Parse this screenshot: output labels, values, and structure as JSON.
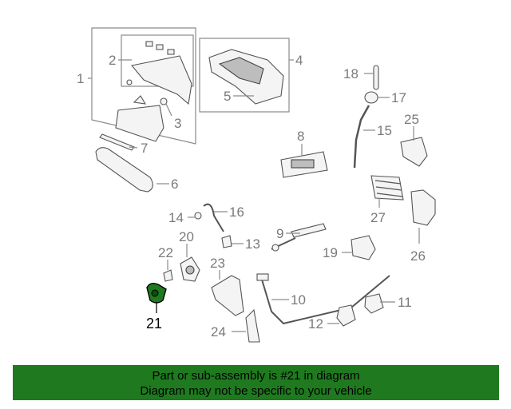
{
  "callouts": {
    "c1": "1",
    "c2": "2",
    "c3": "3",
    "c4": "4",
    "c5": "5",
    "c6": "6",
    "c7": "7",
    "c8": "8",
    "c9": "9",
    "c10": "10",
    "c11": "11",
    "c12": "12",
    "c13": "13",
    "c14": "14",
    "c15": "15",
    "c16": "16",
    "c17": "17",
    "c18": "18",
    "c19": "19",
    "c20": "20",
    "c21": "21",
    "c22": "22",
    "c23": "23",
    "c24": "24",
    "c25": "25",
    "c26": "26",
    "c27": "27"
  },
  "highlight": {
    "part": "21",
    "color": "#1f7a1f"
  },
  "banner": {
    "line1": "Part or sub-assembly is #21 in diagram",
    "line2": "Diagram may not be specific to your vehicle",
    "background": "#1f7a1f"
  }
}
